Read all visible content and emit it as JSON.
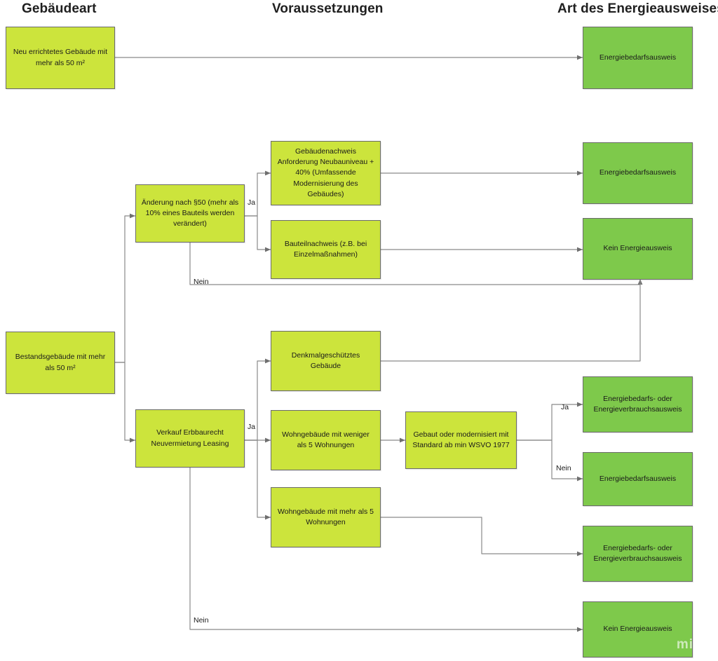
{
  "diagram": {
    "title_columns": [
      {
        "id": "gebaeudeart",
        "label": "Gebäudeart"
      },
      {
        "id": "voraussetzungen",
        "label": "Voraussetzungen"
      },
      {
        "id": "art",
        "label": "Art des Energieausweises"
      }
    ],
    "colors": {
      "lime": "#CCE43C",
      "green": "#7EC94B",
      "border": "#6B6B6B",
      "wire": "#8A8A8A",
      "text": "#1A1A1A"
    },
    "nodes": [
      {
        "id": "neubau",
        "label": "Neu errichtetes Gebäude mit mehr als 50 m²",
        "kind": "lime",
        "column": "gebaeudeart"
      },
      {
        "id": "bestand",
        "label": "Bestandsgebäude mit mehr als 50 m²",
        "kind": "lime",
        "column": "gebaeudeart"
      },
      {
        "id": "aenderung",
        "label": "Änderung nach §50 (mehr als 10% eines Bauteils werden verändert)",
        "kind": "lime",
        "column": "voraussetzungen"
      },
      {
        "id": "verkauf",
        "label": "Verkauf Erbbaurecht Neuvermietung Leasing",
        "kind": "lime",
        "column": "voraussetzungen"
      },
      {
        "id": "gebaeudenachweis",
        "label": "Gebäudenachweis Anforderung Neubauniveau + 40% (Umfassende Modernisierung des Gebäudes)",
        "kind": "lime",
        "column": "voraussetzungen"
      },
      {
        "id": "bauteilnachweis",
        "label": "Bauteilnachweis (z.B. bei Einzelmaßnahmen)",
        "kind": "lime",
        "column": "voraussetzungen"
      },
      {
        "id": "denkmal",
        "label": "Denkmalgeschütztes Gebäude",
        "kind": "lime",
        "column": "voraussetzungen"
      },
      {
        "id": "wohn_weniger",
        "label": "Wohngebäude mit weniger als 5 Wohnungen",
        "kind": "lime",
        "column": "voraussetzungen"
      },
      {
        "id": "wohn_mehr",
        "label": "Wohngebäude mit mehr als 5 Wohnungen",
        "kind": "lime",
        "column": "voraussetzungen"
      },
      {
        "id": "wsvo",
        "label": "Gebaut oder modernisiert mit Standard ab min WSVO 1977",
        "kind": "lime",
        "column": "voraussetzungen"
      },
      {
        "id": "out_neubau",
        "label": "Energiebedarfsausweis",
        "kind": "green",
        "column": "art"
      },
      {
        "id": "out_bedarf_1",
        "label": "Energiebedarfsausweis",
        "kind": "green",
        "column": "art"
      },
      {
        "id": "out_kein_1",
        "label": "Kein Energieausweis",
        "kind": "green",
        "column": "art"
      },
      {
        "id": "out_oder_1",
        "label": "Energiebedarfs- oder Energieverbrauchsausweis",
        "kind": "green",
        "column": "art"
      },
      {
        "id": "out_bedarf_2",
        "label": "Energiebedarfsausweis",
        "kind": "green",
        "column": "art"
      },
      {
        "id": "out_oder_2",
        "label": "Energiebedarfs- oder Energieverbrauchsausweis",
        "kind": "green",
        "column": "art"
      },
      {
        "id": "out_kein_2",
        "label": "Kein Energieausweis",
        "kind": "green",
        "column": "art"
      }
    ],
    "edge_labels": [
      {
        "id": "aenderung-ja",
        "text": "Ja"
      },
      {
        "id": "aenderung-nein",
        "text": "Nein"
      },
      {
        "id": "verkauf-ja",
        "text": "Ja"
      },
      {
        "id": "verkauf-nein",
        "text": "Nein"
      },
      {
        "id": "wsvo-ja",
        "text": "Ja"
      },
      {
        "id": "wsvo-nein",
        "text": "Nein"
      }
    ],
    "edges": [
      {
        "from": "neubau",
        "to": "out_neubau"
      },
      {
        "from": "bestand",
        "to": "aenderung"
      },
      {
        "from": "bestand",
        "to": "verkauf"
      },
      {
        "from": "aenderung",
        "to": "gebaeudenachweis",
        "label": "Ja"
      },
      {
        "from": "aenderung",
        "to": "bauteilnachweis",
        "label": "Ja"
      },
      {
        "from": "aenderung",
        "to": "out_kein_1",
        "label": "Nein"
      },
      {
        "from": "gebaeudenachweis",
        "to": "out_bedarf_1"
      },
      {
        "from": "bauteilnachweis",
        "to": "out_kein_1"
      },
      {
        "from": "verkauf",
        "to": "denkmal",
        "label": "Ja"
      },
      {
        "from": "verkauf",
        "to": "wohn_weniger",
        "label": "Ja"
      },
      {
        "from": "verkauf",
        "to": "wohn_mehr",
        "label": "Ja"
      },
      {
        "from": "verkauf",
        "to": "out_kein_2",
        "label": "Nein"
      },
      {
        "from": "denkmal",
        "to": "out_kein_1"
      },
      {
        "from": "wohn_weniger",
        "to": "wsvo"
      },
      {
        "from": "wsvo",
        "to": "out_oder_1",
        "label": "Ja"
      },
      {
        "from": "wsvo",
        "to": "out_bedarf_2",
        "label": "Nein"
      },
      {
        "from": "wohn_mehr",
        "to": "out_oder_2"
      }
    ],
    "watermark": "miro"
  }
}
